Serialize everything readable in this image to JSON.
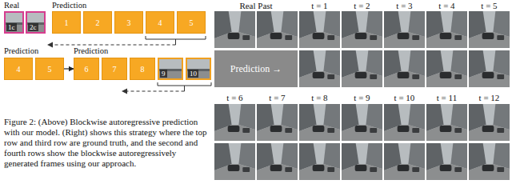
{
  "diagram": {
    "caption": "Figure 2: (Above) Blockwise autoregressive prediction with our model. (Right) shows this strategy where the top row and third row are ground truth, and the second and fourth rows show the blockwise autoregressively generated frames using our approach.",
    "nodes": [
      {
        "text": [
          "1c"
        ]
      },
      {
        "text": [
          "2c"
        ]
      },
      {
        "text": [
          "1"
        ]
      },
      {
        "text": [
          "2"
        ]
      },
      {
        "text": [
          "3"
        ]
      },
      {
        "text": [
          "4"
        ]
      },
      {
        "text": [
          "5"
        ]
      },
      {
        "text": [
          "4"
        ]
      },
      {
        "text": [
          "5"
        ]
      },
      {
        "text": [
          "6"
        ]
      },
      {
        "text": [
          "7"
        ]
      },
      {
        "text": [
          "8"
        ]
      },
      {
        "text": [
          "9"
        ]
      },
      {
        "text": [
          "10"
        ]
      },
      {
        "text": [
          "Prediction →"
        ]
      }
    ],
    "edges": [
      {
        "from": 8,
        "to": 9,
        "arrow": "to"
      }
    ],
    "labels": [
      "Real",
      "Prediction",
      "Prediction",
      "Prediction",
      "Real Past",
      "t = 1",
      "t = 2",
      "t = 3",
      "t = 4",
      "t = 5",
      "t = 6",
      "t = 7",
      "t = 8",
      "t = 9",
      "t = 10",
      "t = 11",
      "t = 12"
    ]
  }
}
